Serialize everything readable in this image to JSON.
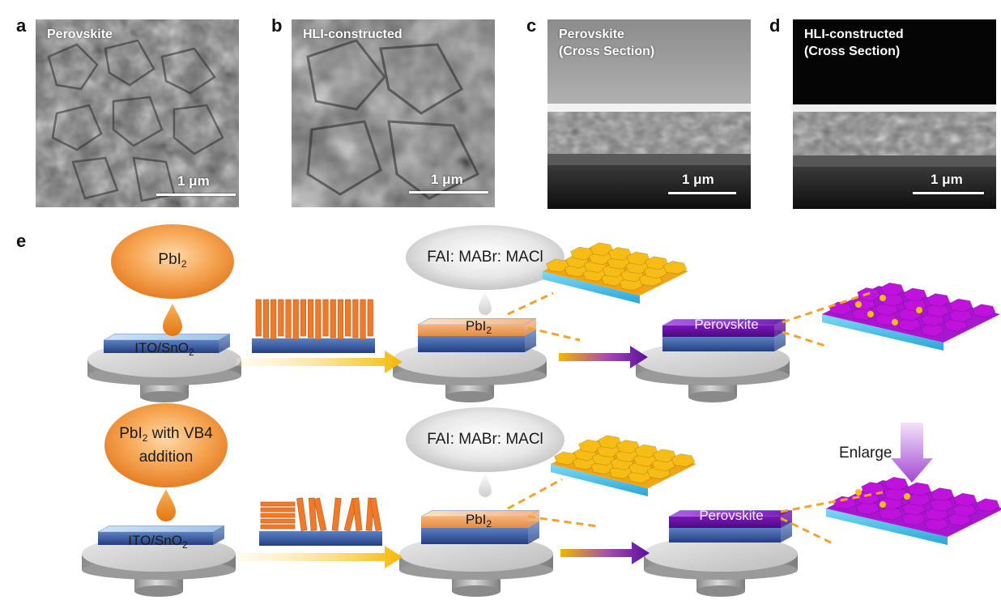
{
  "panels": {
    "a": {
      "letter": "a",
      "label": "Perovskite",
      "scale": "1 μm"
    },
    "b": {
      "letter": "b",
      "label": "HLI-constructed",
      "scale": "1 μm"
    },
    "c": {
      "letter": "c",
      "label": "Perovskite\n(Cross Section)",
      "scale": "1 μm"
    },
    "d": {
      "letter": "d",
      "label": "HLI-constructed\n(Cross Section)",
      "scale": "1 μm"
    },
    "e": {
      "letter": "e"
    }
  },
  "row1": {
    "precursor": "PbI",
    "precursor_sub": "2",
    "substrate": "ITO/SnO",
    "substrate_sub": "2",
    "solution": "FAI: MABr: MACl",
    "film": "PbI",
    "film_sub": "2",
    "product": "Perovskite"
  },
  "row2": {
    "precursor_pre": "PbI",
    "precursor_sub": "2",
    "precursor_post": " with VB4",
    "precursor_line2": "addition",
    "substrate": "ITO/SnO",
    "substrate_sub": "2",
    "solution": "FAI: MABr: MACl",
    "film": "PbI",
    "film_sub": "2",
    "product": "Perovskite"
  },
  "enlarge": "Enlarge",
  "colors": {
    "orange": "#f5a04a",
    "gold": "#f4b817",
    "purple": "#8e19c9",
    "magenta": "#c000e0",
    "cyan": "#52c8ee",
    "blue": "#3e5ea8",
    "gray": "#b7b7b7"
  }
}
